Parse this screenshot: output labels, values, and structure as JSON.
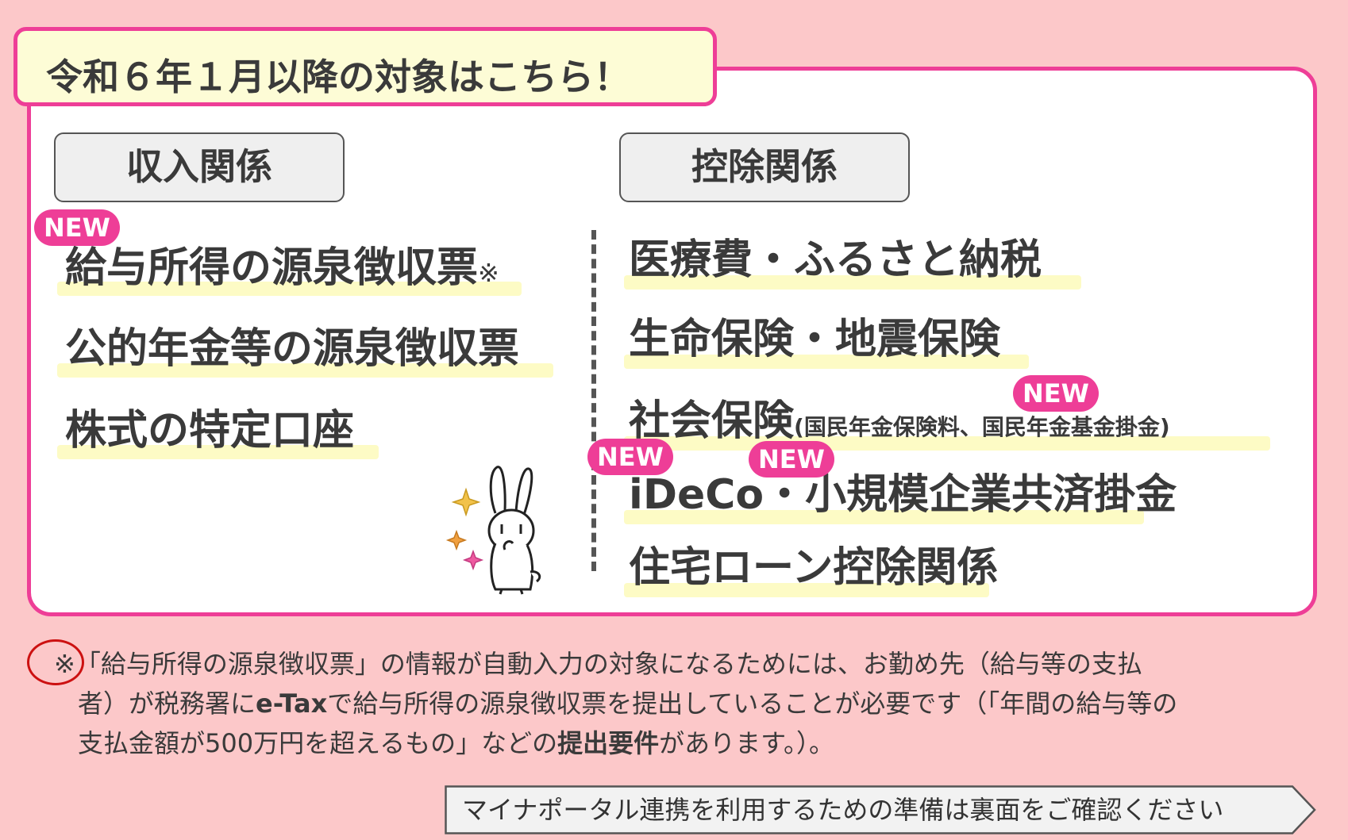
{
  "title": "令和６年１月以降の対象はこちら！",
  "categories": {
    "income": "収入関係",
    "deduction": "控除関係"
  },
  "badge_label": "NEW",
  "income_items": [
    {
      "text": "給与所得の源泉徴収票",
      "suffix": "※"
    },
    {
      "text": "公的年金等の源泉徴収票"
    },
    {
      "text": "株式の特定口座"
    }
  ],
  "deduction_items": [
    {
      "text": "医療費・ふるさと納税"
    },
    {
      "text": "生命保険・地震保険"
    },
    {
      "text": "社会保険",
      "sub": "(国民年金保険料、国民年金基金掛金)"
    },
    {
      "text": "iDeCo・小規模企業共済掛金"
    },
    {
      "text": "住宅ローン控除関係"
    }
  ],
  "note": {
    "mark": "※",
    "line1": "「給与所得の源泉徴収票」の情報が自動入力の対象になるためには、お勤め先（給与等の支払",
    "line2a": "者）が税務署に",
    "line2b": "e-Tax",
    "line2c": "で給与所得の源泉徴収票を提出していることが必要です（「年間の給与等の",
    "line3a": "支払金額が500万円を超えるもの」などの",
    "line3b": "提出要件",
    "line3c": "があります。）。"
  },
  "footer_button": "マイナポータル連携を利用するための準備は裏面をご確認ください",
  "colors": {
    "background": "#fcc8c9",
    "accent_pink": "#ee3e97",
    "highlight_yellow": "#fdfbc5",
    "title_bg": "#fdfcd6"
  }
}
